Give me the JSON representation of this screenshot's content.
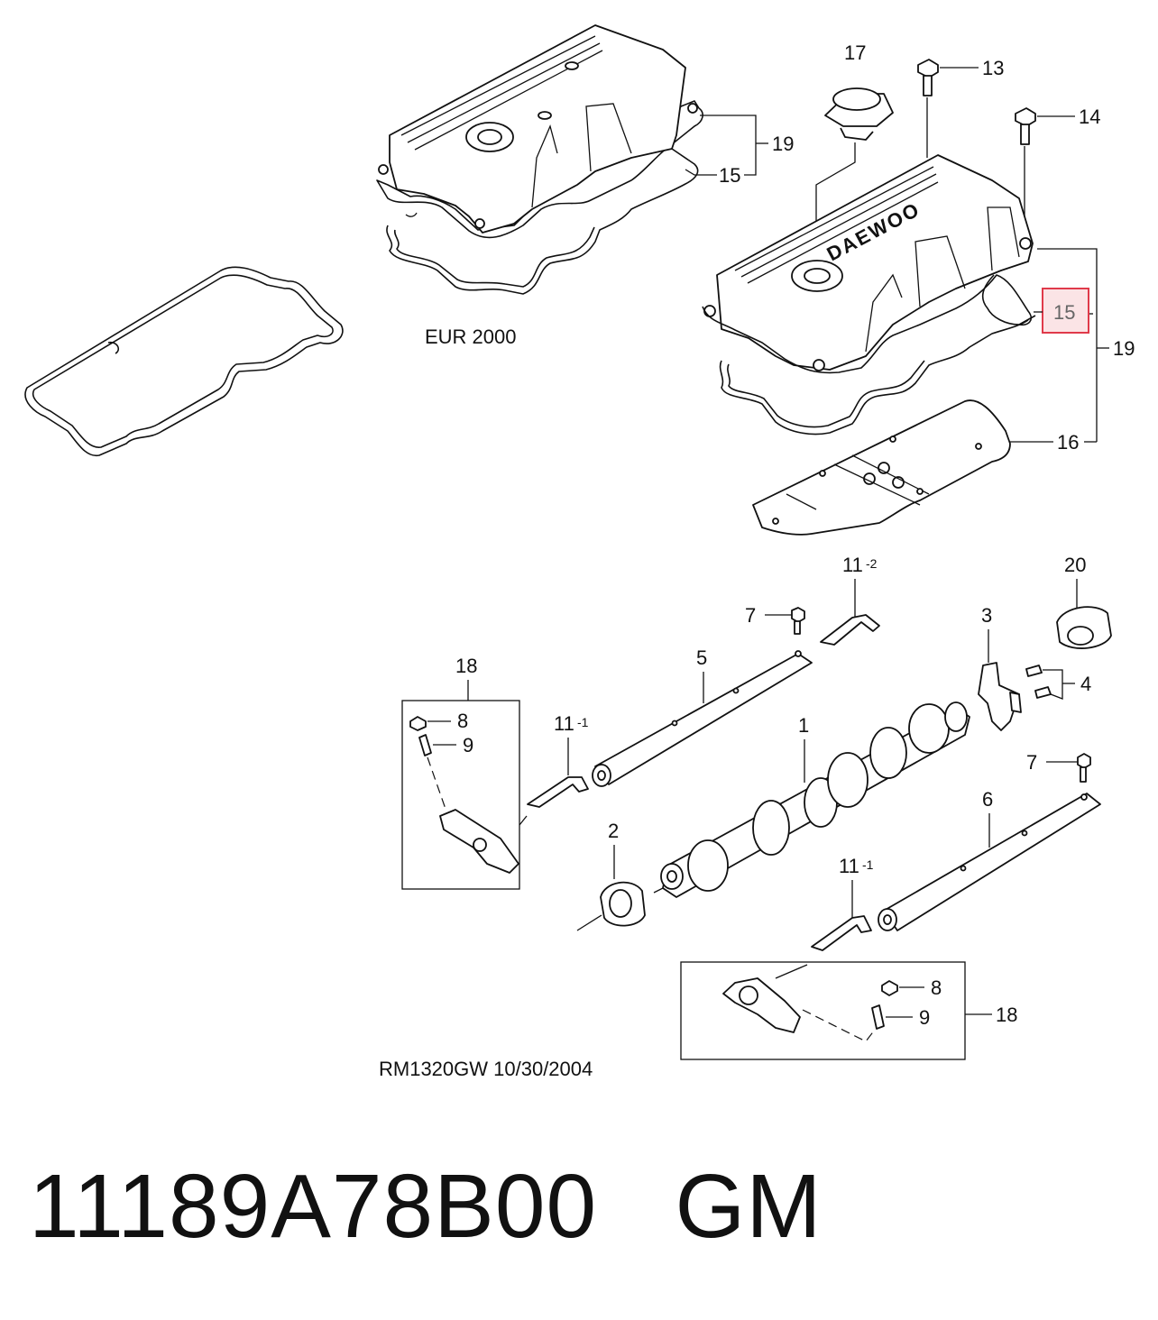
{
  "diagram": {
    "labels": {
      "n1": "1",
      "n2": "2",
      "n3": "3",
      "n4": "4",
      "n5": "5",
      "n6": "6",
      "n7a": "7",
      "n7b": "7",
      "n8a": "8",
      "n8b": "8",
      "n9a": "9",
      "n9b": "9",
      "n11_2": "11",
      "n11_2_sup": "-2",
      "n11_1a": "11",
      "n11_1a_sup": "-1",
      "n11_1b": "11",
      "n11_1b_sup": "-1",
      "n13": "13",
      "n14": "14",
      "n15a": "15",
      "n15b": "15",
      "n16": "16",
      "n17": "17",
      "n18a": "18",
      "n18b": "18",
      "n19a": "19",
      "n19b": "19",
      "n20": "20"
    },
    "highlighted_label": "15",
    "cover_brand": "DAEWOO",
    "variant_caption": "EUR 2000",
    "drawing_ref": "RM1320GW  10/30/2004"
  },
  "part_number": "11189A78B00   GM",
  "colors": {
    "highlight_border": "#e03a4a",
    "highlight_fill": "#fbe4e6",
    "ink": "#111111"
  }
}
